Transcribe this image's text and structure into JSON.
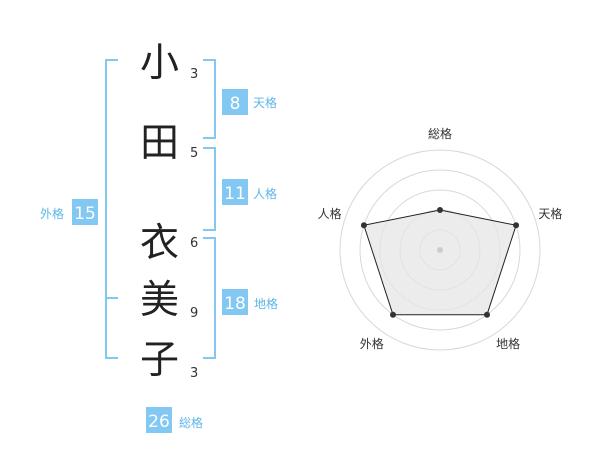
{
  "name": {
    "characters": [
      {
        "char": "小",
        "strokes": "3"
      },
      {
        "char": "田",
        "strokes": "5"
      },
      {
        "char": "衣",
        "strokes": "6"
      },
      {
        "char": "美",
        "strokes": "9"
      },
      {
        "char": "子",
        "strokes": "3"
      }
    ]
  },
  "fortune": {
    "tenkaku": {
      "value": "8",
      "label": "天格"
    },
    "jinkaku": {
      "value": "11",
      "label": "人格"
    },
    "chikaku": {
      "value": "18",
      "label": "地格"
    },
    "gaikaku": {
      "value": "15",
      "label": "外格"
    },
    "soukaku": {
      "value": "26",
      "label": "総格"
    }
  },
  "colors": {
    "accent": "#82c8f2",
    "accent_text": "#5db6e8",
    "text": "#222222"
  },
  "chart_data": {
    "type": "radar",
    "axes": [
      "総格",
      "天格",
      "地格",
      "外格",
      "人格"
    ],
    "values": [
      2,
      4,
      4,
      4,
      4
    ],
    "scale_max": 5,
    "rings": 5
  }
}
